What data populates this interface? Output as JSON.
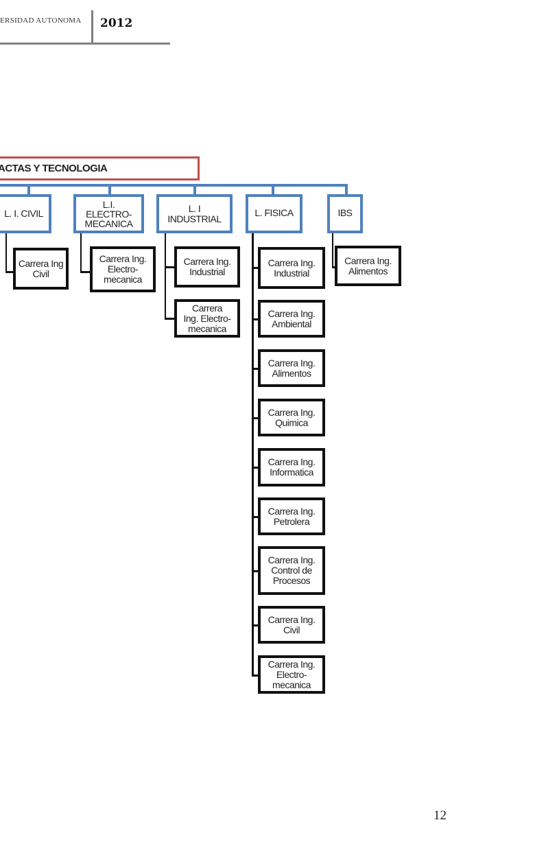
{
  "header": {
    "institution": "ERSIDAD AUTONOMA",
    "year": "2012"
  },
  "chart": {
    "root": "ACTAS Y TECNOLOGIA",
    "branches": [
      {
        "label": "L. I. CIVIL",
        "children": [
          "Carrera Ing\nCivil"
        ]
      },
      {
        "label": "L.I.\nELECTRO-\nMECANICA",
        "children": [
          "Carrera Ing.\nElectro-\nmecanica"
        ]
      },
      {
        "label": "L. I\nINDUSTRIAL",
        "children": [
          "Carrera Ing.\nIndustrial",
          "Carrera\nIng. Electro-\nmecanica"
        ]
      },
      {
        "label": "L. FISICA",
        "children": [
          "Carrera Ing.\nIndustrial",
          "Carrera Ing.\nAmbiental",
          "Carrera Ing.\nAlimentos",
          "Carrera Ing.\nQuimica",
          "Carrera Ing.\nInformatica",
          "Carrera Ing.\nPetrolera",
          "Carrera Ing.\nControl de\nProcesos",
          "Carrera Ing.\nCivil",
          "Carrera Ing.\nElectro-\nmecanica"
        ]
      },
      {
        "label": "IBS",
        "children": [
          "Carrera Ing.\nAlimentos"
        ]
      }
    ]
  },
  "footer": {
    "page_number": "12"
  },
  "colors": {
    "root_border": "#c0504d",
    "branch_border": "#4f81bd",
    "leaf_border": "#111111"
  }
}
